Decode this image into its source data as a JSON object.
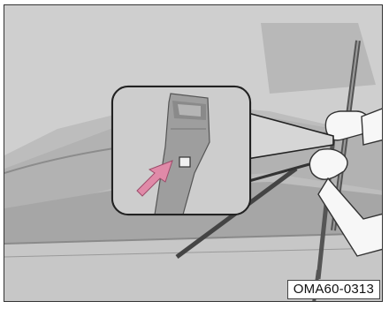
{
  "figure": {
    "code": "OMA60-0313",
    "colors": {
      "background": "#bfbfbf",
      "callout_fill": "#d0d0d0",
      "arrow": "#e08aa8",
      "hand": "#f7f7f7"
    },
    "icons": [
      "windshield-illustration",
      "wiper-arm-detail",
      "release-button-arrow",
      "hands"
    ]
  }
}
